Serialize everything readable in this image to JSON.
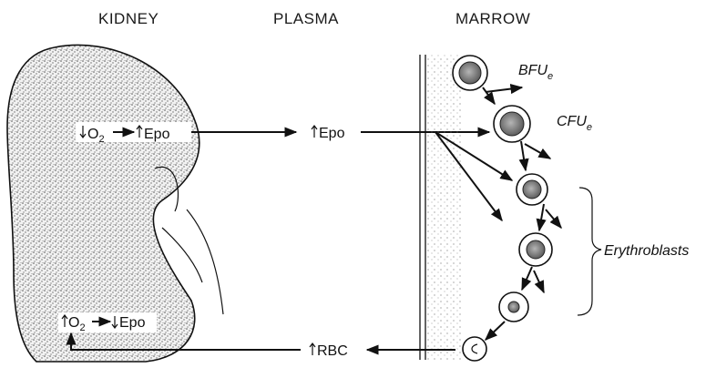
{
  "headers": {
    "kidney": "KIDNEY",
    "plasma": "PLASMA",
    "marrow": "MARROW"
  },
  "kidney": {
    "top_box": {
      "o2": "O",
      "o2_sub": "2",
      "epo": "Epo"
    },
    "bottom_box": {
      "o2": "O",
      "o2_sub": "2",
      "epo": "Epo"
    }
  },
  "plasma": {
    "epo": "Epo",
    "rbc": "RBC"
  },
  "marrow": {
    "bfu": "BFU",
    "bfu_sub": "e",
    "cfu": "CFU",
    "cfu_sub": "e",
    "erythroblasts": "Erythroblasts"
  },
  "colors": {
    "ink": "#111111",
    "stipple": "#555555",
    "background": "#ffffff"
  }
}
